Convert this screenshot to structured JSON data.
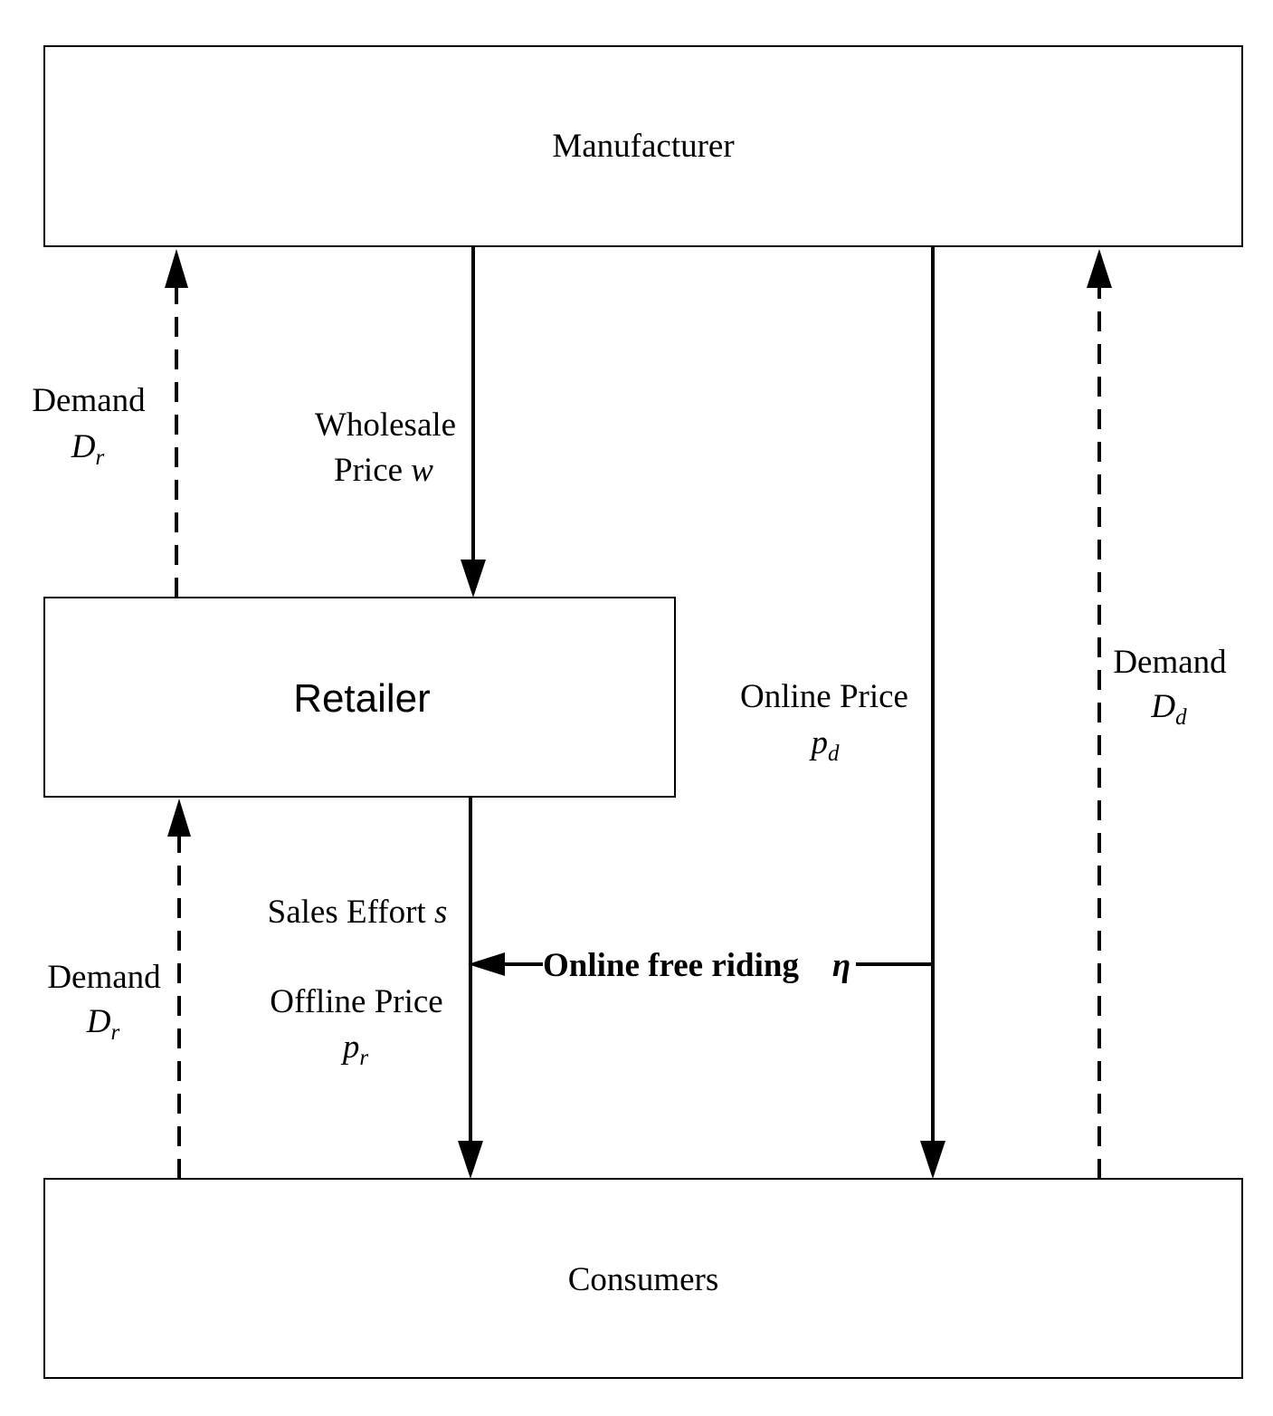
{
  "nodes": {
    "manufacturer": "Manufacturer",
    "retailer": "Retailer",
    "consumers": "Consumers"
  },
  "edges": {
    "wholesale": {
      "line1": "Wholesale",
      "line2_text": "Price ",
      "var": "w"
    },
    "demand_upper_left": {
      "label": "Demand",
      "var": "D",
      "sub": "r"
    },
    "demand_lower_left": {
      "label": "Demand",
      "var": "D",
      "sub": "r"
    },
    "online_price": {
      "label": "Online Price",
      "var": "p",
      "sub": "d"
    },
    "demand_right": {
      "label": "Demand",
      "var": "D",
      "sub": "d"
    },
    "sales_effort": {
      "text": "Sales Effort ",
      "var": "s"
    },
    "offline_price": {
      "label": "Offline Price",
      "var": "p",
      "sub": "r"
    },
    "free_riding": {
      "text": "Online free riding",
      "var": "η"
    }
  }
}
